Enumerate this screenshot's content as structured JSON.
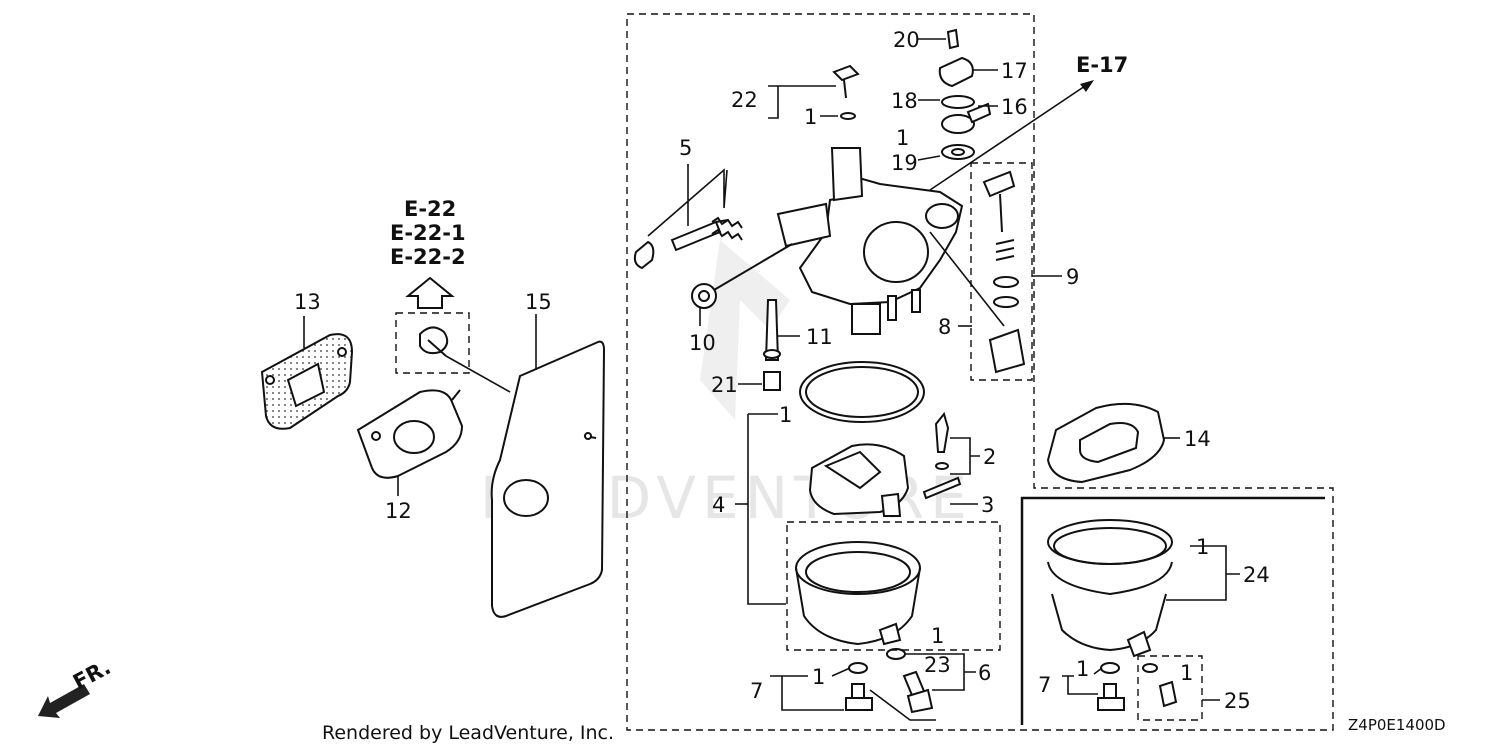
{
  "labels": {
    "p1a": "1",
    "p1b": "1",
    "p1c": "1",
    "p1d": "1",
    "p1e": "1",
    "p1f": "1",
    "p1g": "1",
    "p1h": "1",
    "p2": "2",
    "p3": "3",
    "p4": "4",
    "p5": "5",
    "p6": "6",
    "p7a": "7",
    "p7b": "7",
    "p8": "8",
    "p9": "9",
    "p10": "10",
    "p11": "11",
    "p12": "12",
    "p13": "13",
    "p14": "14",
    "p15": "15",
    "p16": "16",
    "p17": "17",
    "p18": "18",
    "p19": "19",
    "p20": "20",
    "p21": "21",
    "p22": "22",
    "p23": "23",
    "p24": "24",
    "p25": "25"
  },
  "references": {
    "e22": "E-22",
    "e22_1": "E-22-1",
    "e22_2": "E-22-2",
    "e17": "E-17"
  },
  "direction": "FR.",
  "credit": "Rendered by LeadVenture, Inc.",
  "diagram_code": "Z4P0E1400D",
  "watermark": "LEADVENTURE"
}
